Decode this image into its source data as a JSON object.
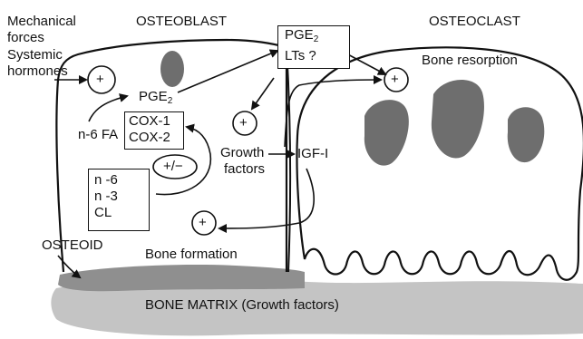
{
  "labels": {
    "mechanical_forces_1": "Mechanical",
    "mechanical_forces_2": "forces",
    "systemic_hormones_1": "Systemic",
    "systemic_hormones_2": "hormones",
    "osteoblast": "OSTEOBLAST",
    "osteoclast": "OSTEOCLAST",
    "pge2_base": "PGE",
    "pge2_sub": "2",
    "n6_fa": "n-6 FA",
    "growth_factors_1": "Growth",
    "growth_factors_2": "factors",
    "igf": "IGF-I",
    "bone_resorption": "Bone resorption",
    "bone_formation": "Bone formation",
    "osteoid": "OSTEOID",
    "bone_matrix": "BONE MATRIX (Growth factors)",
    "plus_minus": "+/−",
    "plus": "+"
  },
  "boxes": {
    "cox": [
      "COX-1",
      "COX-2"
    ],
    "fatty_acids": [
      "n -6",
      "n -3",
      "CL"
    ],
    "pge_lts_line1_base": "PGE",
    "pge_lts_line1_sub": "2",
    "pge_lts_line2": "LTs ?"
  },
  "colors": {
    "nucleus": "#6e6e6e",
    "bone_matrix": "#c4c4c4",
    "osteoid": "#8f8f8f",
    "stroke": "#111111"
  }
}
